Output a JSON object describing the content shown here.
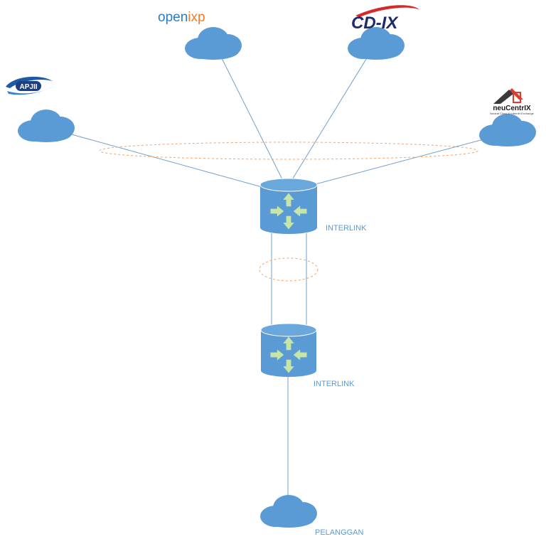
{
  "colors": {
    "cloud": "#5b9bd5",
    "router": "#5b9bd5",
    "router_top": "#6aa7dc",
    "arrow": "#c6e6a8",
    "link": "#6fa0cf",
    "ring": "#f2a46b",
    "label": "#5b9bd5"
  },
  "logos": {
    "apjii": "APJII",
    "openixp_prefix": "open",
    "openixp_suffix": "ixp",
    "cdix": "CD-IX",
    "neucentrix": "neuCentrIX",
    "neucentrix_tagline": "Neutral Cloud & Internet Exchange"
  },
  "labels": {
    "router_top": "INTERLINK",
    "router_bottom": "INTERLINK",
    "customer": "PELANGGAN"
  },
  "icons": {
    "cloud": "cloud-icon",
    "router": "router-icon"
  }
}
